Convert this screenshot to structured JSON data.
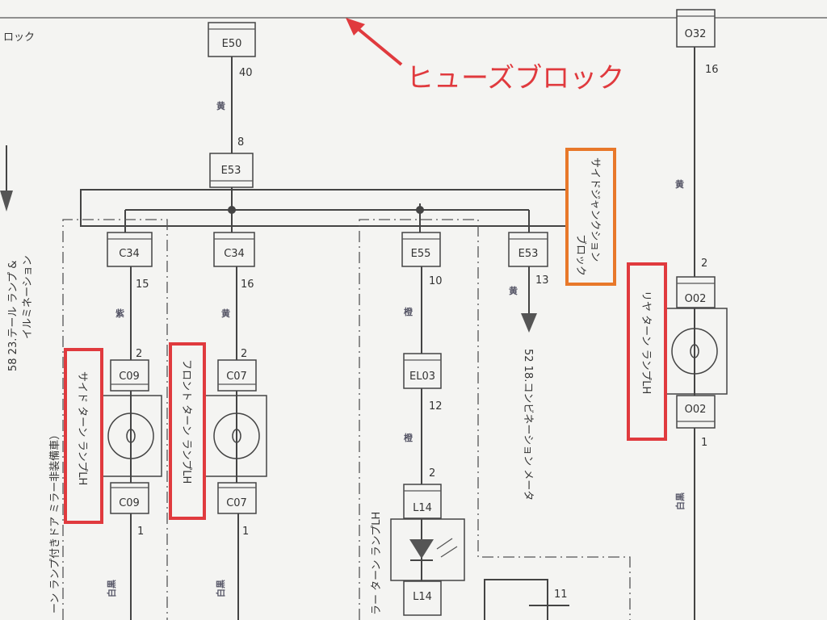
{
  "annotations": {
    "fuse_block": "ヒューズブロック",
    "side_junction_block_line1": "サイドジャンクション",
    "side_junction_block_line2": "ブロック",
    "side_turn_lamp": "サイド ターン ランプLH",
    "front_turn_lamp": "フロント ターン ランプLH",
    "rear_turn_lamp": "リヤ ターン ランプLH",
    "colors": {
      "red": "#e03a3e",
      "orange": "#e8782a"
    }
  },
  "diagram": {
    "top_left_label": "ロック",
    "tail_lamp_ref": "58 23.テール ランプ &",
    "tail_lamp_ref2": "イルミネーション",
    "mirror_note": "ーン ランプ付きドア ミラー非装備車）",
    "combination_meter_ref": "52 18.コンビネーション メータ",
    "mirror_turn_lamp": "ラー ターン ランプLH",
    "connectors": {
      "e50": "E50",
      "e53_top": "E53",
      "c34_a": "C34",
      "c34_b": "C34",
      "e55": "E55",
      "e53_b": "E53",
      "c09_top": "C09",
      "c09_bot": "C09",
      "c07_top": "C07",
      "c07_bot": "C07",
      "el03": "EL03",
      "l14_top": "L14",
      "l14_bot": "L14",
      "o32": "O32",
      "o02_top": "O02",
      "o02_bot": "O02"
    },
    "pins": {
      "e50": "40",
      "e53": "8",
      "c34_a": "15",
      "c34_b": "16",
      "e55": "10",
      "e53_b": "13",
      "c09_top": "2",
      "c09_bot": "1",
      "c07_top": "2",
      "c07_bot": "1",
      "el03": "12",
      "l14_top": "2",
      "o32": "16",
      "o02_top": "2",
      "o02_bot": "1",
      "misc": "11"
    },
    "wire_colors": {
      "e50": "黄",
      "c34_a": "紫",
      "c34_b": "黄",
      "e55": "橙",
      "el03": "橙",
      "e53_b": "黄",
      "o32": "黄",
      "left_ground": "白黒",
      "mid_ground": "白黒",
      "right_ground": "白黒"
    }
  }
}
